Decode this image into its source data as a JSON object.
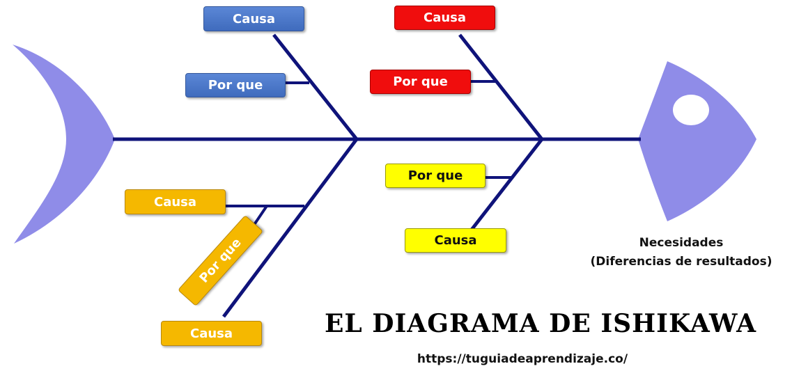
{
  "colors": {
    "spine": "#0f137a",
    "fish": "#8f8ce8",
    "blue_box": "#4a78cc",
    "red_box": "#f00d0d",
    "orange_box": "#f5b800",
    "yellow_box": "#ffff00"
  },
  "boxes": {
    "top_left_causa": "Causa",
    "top_left_porque": "Por que",
    "top_right_causa": "Causa",
    "top_right_porque": "Por que",
    "bottom_right_porque": "Por que",
    "bottom_right_causa": "Causa",
    "bottom_left_causa_upper": "Causa",
    "bottom_left_porque": "Por que",
    "bottom_left_causa_lower": "Causa"
  },
  "effect": {
    "line1": "Necesidades",
    "line2": "(Diferencias de resultados)"
  },
  "title": "EL DIAGRAMA DE ISHIKAWA",
  "url": "https://tuguiadeaprendizaje.co/"
}
